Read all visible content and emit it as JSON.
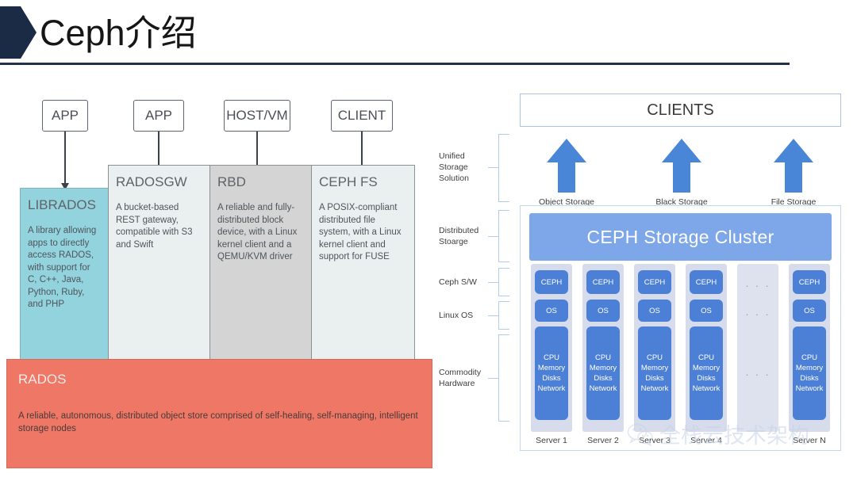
{
  "header": {
    "title": "Ceph介绍",
    "chevron_color": "#1b2b45",
    "rule_color": "#21314d"
  },
  "left_diagram": {
    "clients": [
      {
        "label": "APP"
      },
      {
        "label": "APP"
      },
      {
        "label": "HOST/VM"
      },
      {
        "label": "CLIENT"
      }
    ],
    "layers": [
      {
        "title": "LIBRADOS",
        "desc": "A library allowing apps to directly access RADOS, with support for C, C++, Java, Python, Ruby, and PHP",
        "color": "#93d3dd"
      },
      {
        "title": "RADOSGW",
        "desc": "A bucket-based REST gateway, compatible with S3 and Swift",
        "color": "#eaefef"
      },
      {
        "title": "RBD",
        "desc": "A reliable and fully-distributed block device, with a Linux kernel client and a QEMU/KVM driver",
        "color": "#d4d4d4"
      },
      {
        "title": "CEPH FS",
        "desc": "A POSIX-compliant distributed file system, with a Linux kernel client and support for FUSE",
        "color": "#eaefef"
      },
      {
        "title": "RADOS",
        "desc": "A reliable, autonomous, distributed object store comprised of self-healing, self-managing, intelligent storage nodes",
        "color": "#ee7766"
      }
    ]
  },
  "right_diagram": {
    "clients_title": "CLIENTS",
    "cluster_title": "CEPH Storage Cluster",
    "arrow_color": "#4a86d8",
    "arrows": [
      {
        "label": "Object Storage"
      },
      {
        "label": "Black Storage"
      },
      {
        "label": "File Storage"
      }
    ],
    "brackets": [
      {
        "label": "Unified\nStorage\nSolution"
      },
      {
        "label": "Distributed\nStoarge"
      },
      {
        "label": "Ceph S/W"
      },
      {
        "label": "Linux OS"
      },
      {
        "label": "Commodity\nHardware"
      }
    ],
    "node_chips": {
      "ceph": "CEPH",
      "os": "OS",
      "hw": "CPU\nMemory\nDisks\nNetwork"
    },
    "ellipsis": "· · ·",
    "servers": [
      {
        "label": "Server 1",
        "type": "node"
      },
      {
        "label": "Server 2",
        "type": "node"
      },
      {
        "label": "Server 3",
        "type": "node"
      },
      {
        "label": "Server 4",
        "type": "node"
      },
      {
        "label": "",
        "type": "ellipsis"
      },
      {
        "label": "Server N",
        "type": "node"
      }
    ]
  },
  "watermark": {
    "text": "全栈云技术架构",
    "logo": "wechat-logo"
  }
}
